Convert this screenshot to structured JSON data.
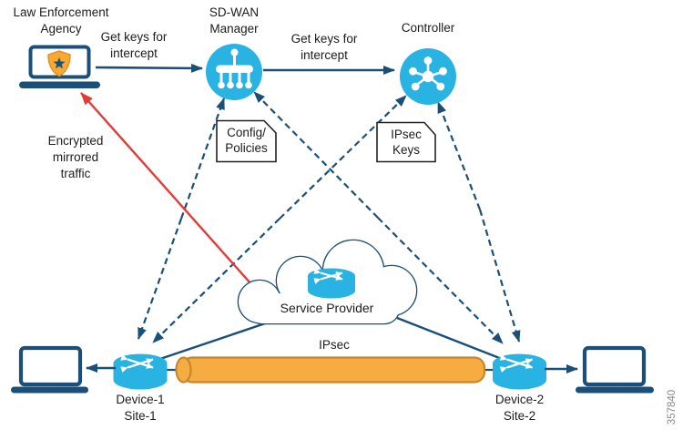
{
  "nodes": {
    "law_enforcement": {
      "line1": "Law Enforcement",
      "line2": "Agency"
    },
    "sdwan_manager": {
      "line1": "SD-WAN",
      "line2": "Manager"
    },
    "controller": {
      "label": "Controller"
    },
    "service_provider": {
      "label": "Service Provider"
    },
    "device1": {
      "line1": "Device-1",
      "line2": "Site-1"
    },
    "device2": {
      "line1": "Device-2",
      "line2": "Site-2"
    }
  },
  "annotations": {
    "get_keys_left": {
      "line1": "Get keys for",
      "line2": "intercept"
    },
    "get_keys_right": {
      "line1": "Get keys for",
      "line2": "intercept"
    },
    "config_policies": {
      "line1": "Config/",
      "line2": "Policies"
    },
    "ipsec_keys": {
      "line1": "IPsec",
      "line2": "Keys"
    },
    "encrypted_traffic": {
      "line1": "Encrypted",
      "line2": "mirrored",
      "line3": "traffic"
    },
    "ipsec_tunnel": {
      "label": "IPsec"
    },
    "figure_number": "357840"
  },
  "icons": {
    "law_enforcement": "laptop-with-shield-icon",
    "sdwan_manager": "management-hierarchy-icon",
    "controller": "hub-spoke-icon",
    "service_provider": "cloud-with-router-icon",
    "device1": "router-icon",
    "device2": "router-icon",
    "endpoints": "laptop-icon",
    "notes": "document-note-icon"
  },
  "colors": {
    "cyan": "#29B3E3",
    "navy": "#1B4F78",
    "red": "#E23B38",
    "tunnel_orange": "#F6AC41",
    "tunnel_border": "#C7862B",
    "shield_orange": "#F7A931",
    "shield_border": "#E3912A",
    "note_border": "#222222",
    "figure_gray": "#8A8A8A",
    "text": "#1C1C1C"
  }
}
